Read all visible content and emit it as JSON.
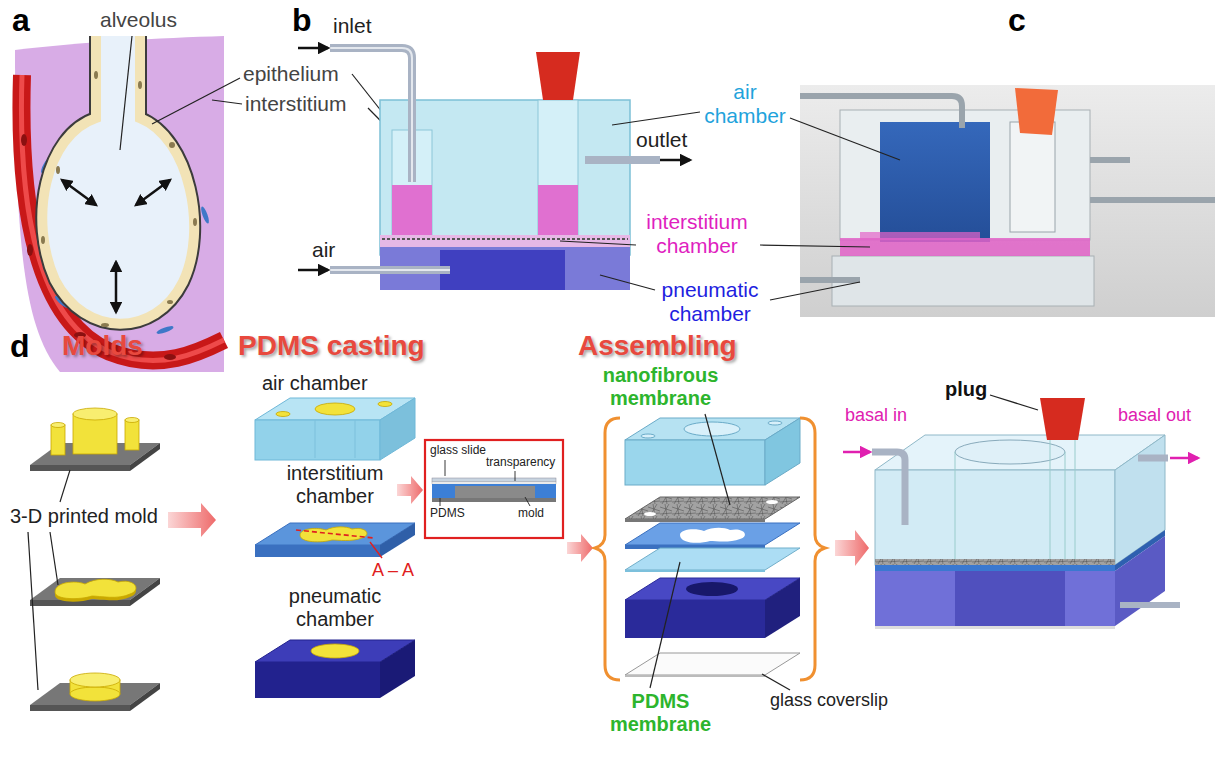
{
  "diagram": {
    "labels": [
      "a",
      "alveolus",
      "b",
      "inlet",
      "c",
      "epithelium",
      "interstitium",
      "air chamber",
      "outlet",
      "interstitium chamber",
      "air",
      "pneumatic chamber",
      "d",
      "Molds",
      "PDMS casting",
      "Assembling",
      "air chamber",
      "nanofibrous membrane",
      "plug",
      "interstitium chamber",
      "glass slide",
      "transparency",
      "PDMS",
      "mold",
      "3-D printed mold",
      "basal in",
      "basal out",
      "A – A",
      "pneumatic chamber",
      "PDMS membrane",
      "glass coverslip"
    ]
  }
}
